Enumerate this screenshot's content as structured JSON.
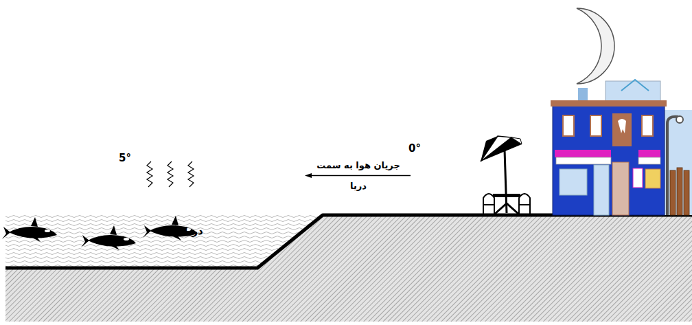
{
  "diagram": {
    "labels": [
      "0°",
      "5°",
      "جریان هوا به سمت دریا",
      "دریا"
    ]
  }
}
